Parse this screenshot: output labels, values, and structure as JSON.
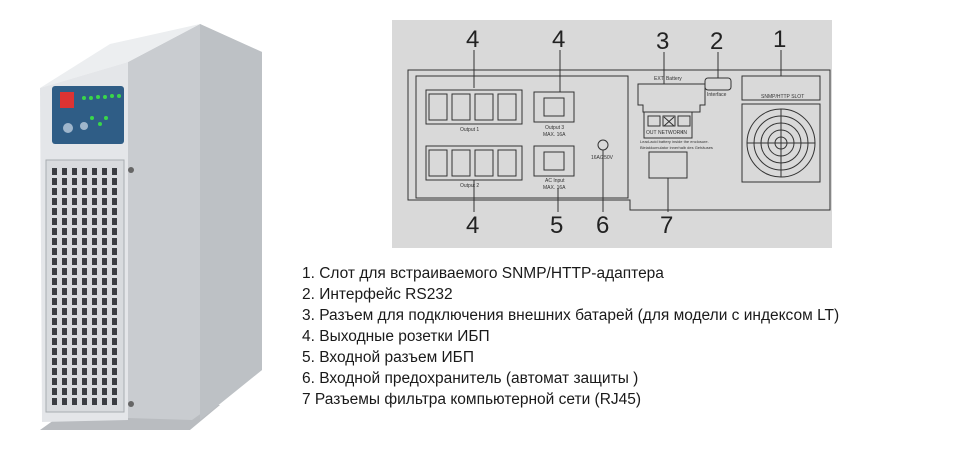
{
  "callouts": {
    "top_4a": "4",
    "top_4b": "4",
    "top_3": "3",
    "top_2": "2",
    "top_1": "1",
    "bottom_4": "4",
    "bottom_5": "5",
    "bottom_6": "6",
    "bottom_7": "7"
  },
  "panel_labels": {
    "output1": "Output 1",
    "output2": "Output 2",
    "output3": "Output 3",
    "output3_rating": "MAX. 16A",
    "ac_input": "AC Input",
    "ac_input_rating": "MAX. 16A",
    "fuse": "16A/250V",
    "ext_battery": "EXT. Battery",
    "interface": "Interface",
    "snmp_slot": "SNMP/HTTP SLOT",
    "out": "OUT",
    "in": "IN",
    "network": "NETWORK",
    "warning_line1": "Lead-acid battery inside the enclosure.",
    "warning_line2": "Bleiakkumulator innerhalb des Gehäuses"
  },
  "legend": [
    "1. Слот для встраиваемого SNMP/HTTP-адаптера",
    "2. Интерфейс RS232",
    "3. Разъем для подключения внешних батарей (для модели с индексом LT)",
    "4. Выходные розетки ИБП",
    "5. Входной разъем ИБП",
    "6. Входной предохранитель (автомат защиты )",
    "7 Разъемы фильтра компьютерной сети (RJ45)"
  ],
  "colors": {
    "panel_bg": "#d9d9d9",
    "line": "#333333",
    "ups_body": "#dcdfe2",
    "control_panel": "#2f5d86",
    "led": "#39d64a"
  }
}
